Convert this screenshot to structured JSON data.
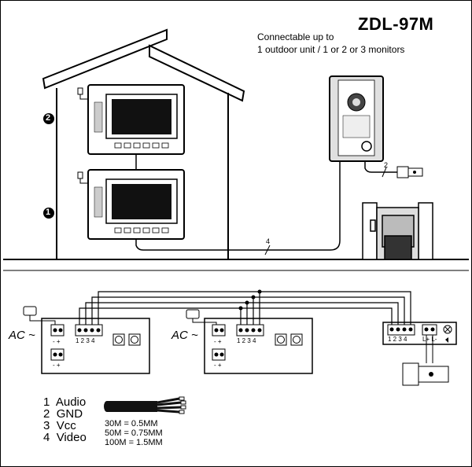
{
  "model": "ZDL-97M",
  "caption_line1": "Connectable up to",
  "caption_line2": "1 outdoor unit / 1 or 2 or 3 monitors",
  "monitor_markers": [
    "2",
    "1"
  ],
  "cable_counts": {
    "outdoor_lock": "2",
    "monitor_outdoor": "4"
  },
  "ac_label_1": "AC ~",
  "ac_label_2": "AC ~",
  "terminal_numbers": "1 2 3 4",
  "pm_label": "- +",
  "lock_terminal_label": "L+ L-",
  "legend": [
    {
      "n": "1",
      "label": "Audio"
    },
    {
      "n": "2",
      "label": "GND"
    },
    {
      "n": "3",
      "label": "Vcc"
    },
    {
      "n": "4",
      "label": "Video"
    }
  ],
  "wire_specs": [
    "30M  =  0.5MM",
    "50M  =  0.75MM",
    "100M  =  1.5MM"
  ],
  "colors": {
    "line": "#000000",
    "screen": "#111111",
    "panel": "#dddddd",
    "background": "#ffffff"
  }
}
